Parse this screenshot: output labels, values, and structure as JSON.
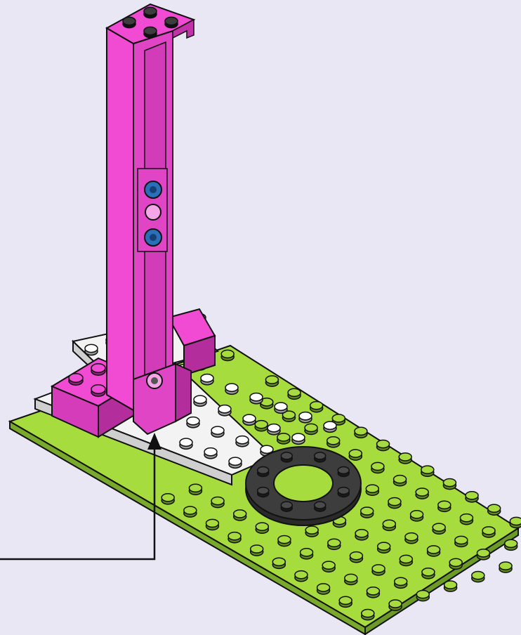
{
  "scene": {
    "colors": {
      "background": "#e9e7f4",
      "baseplate": "#a7dc3f",
      "baseplate_dark": "#78a82c",
      "white_plate": "#f3f3f3",
      "pink": "#f04bd2",
      "pink_dark": "#c232a8",
      "dark_gray": "#3d3d3d",
      "pin_blue": "#2a6fb8",
      "outline": "#111111"
    },
    "parts": [
      {
        "name": "baseplate",
        "color": "green",
        "studs": "8x16"
      },
      {
        "name": "plate",
        "color": "white",
        "studs": "4x8"
      },
      {
        "name": "brick",
        "color": "pink",
        "studs": "2x2"
      },
      {
        "name": "column",
        "color": "pink",
        "studs": "2x2"
      },
      {
        "name": "round-plate",
        "color": "dark-gray",
        "type": "ring"
      },
      {
        "name": "connector-pins",
        "color": "blue",
        "count": 2
      }
    ],
    "callout": {
      "icon": "arrow-up-icon"
    }
  }
}
